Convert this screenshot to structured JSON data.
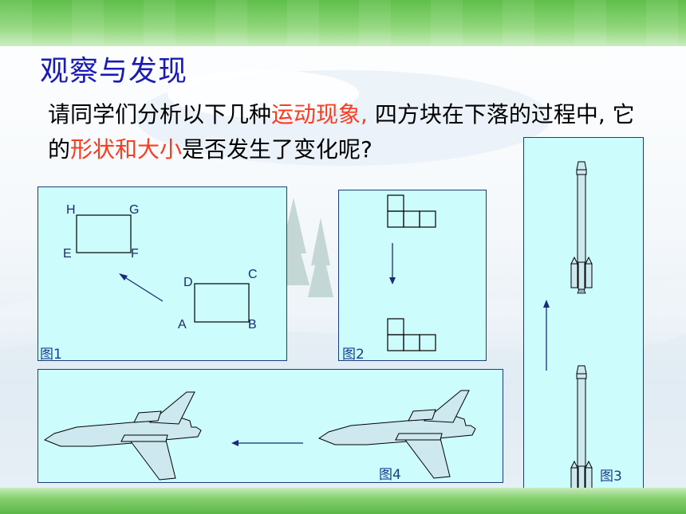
{
  "slide": {
    "title": "观察与发现",
    "prompt": {
      "part1": "请同学们分析以下几种",
      "highlight1": "运动现象,",
      "part2": " 四方块在下落的过程中, 它的",
      "highlight2": "形状和大小",
      "part3": "是否发生了变化呢?"
    },
    "colors": {
      "title": "#1a1ab5",
      "highlight": "#ff3b1f",
      "panel_fill": "#ccfcfc",
      "panel_border": "#1c3d7a",
      "shape_fill": "#cde9ef"
    }
  },
  "figures": [
    {
      "caption": "图1",
      "labels": {
        "H": "H",
        "G": "G",
        "E": "E",
        "F": "F",
        "D": "D",
        "C": "C",
        "A": "A",
        "B": "B"
      },
      "motion": "translation toward upper-left"
    },
    {
      "caption": "图2",
      "motion": "translation downward"
    },
    {
      "caption": "图3",
      "motion": "translation upward"
    },
    {
      "caption": "图4",
      "motion": "translation to the left"
    }
  ],
  "icons": [
    "arrow-icon",
    "rocket-icon",
    "airplane-icon",
    "tetromino-shape"
  ]
}
